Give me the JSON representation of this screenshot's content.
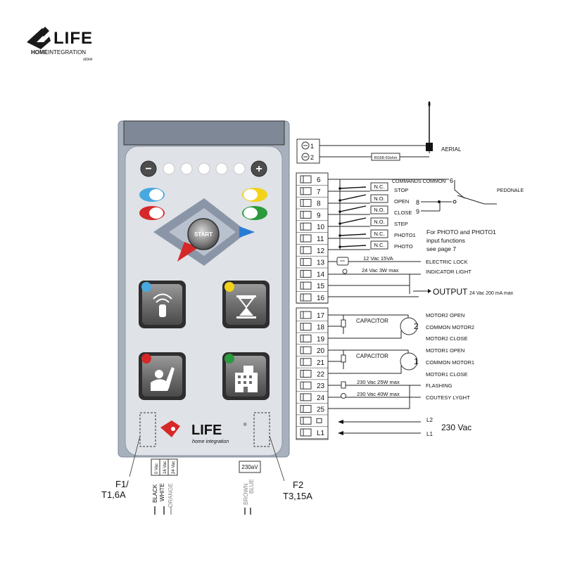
{
  "brand": {
    "name": "LIFE",
    "line1_bold": "HOME",
    "line1_rest": "INTEGRATION",
    "line2": "store"
  },
  "panel": {
    "start_label": "START",
    "minus_label": "−",
    "plus_label": "+",
    "logo_name": "LIFE",
    "logo_reg": "®",
    "logo_tagline": "home integration",
    "led_colors": [
      "#4aa8e0",
      "#d62828",
      "#f2d21b",
      "#2a9a3c"
    ]
  },
  "fuses": {
    "f1_name": "F1/",
    "f1_rating": "T1,6A",
    "f2_name": "F2",
    "f2_rating": "T3,15A"
  },
  "transformer": {
    "taps": [
      "0 Vac",
      "16 Vac",
      "24 Vac"
    ],
    "wires": [
      "BLACK",
      "WHITE",
      "ORANGE"
    ]
  },
  "mains": {
    "label": "230aV",
    "wires": [
      "BROWN",
      "BLUE"
    ],
    "l2": "L2",
    "l1": "L1",
    "voltage": "230 Vac"
  },
  "aerial": {
    "terminals": [
      "1",
      "2"
    ],
    "cable": "RG58-50ohm",
    "label": "AERIAL"
  },
  "terminals_top": [
    "6",
    "7",
    "8",
    "9",
    "10",
    "11",
    "12",
    "13",
    "14",
    "15",
    "16"
  ],
  "terminals_bottom": [
    "17",
    "18",
    "19",
    "20",
    "21",
    "22",
    "23",
    "24",
    "25",
    "",
    "L1"
  ],
  "contacts": [
    "N.C.",
    "N.O.",
    "N.O.",
    "N.O.",
    "N.C.",
    "N.C."
  ],
  "inputs": {
    "commands_common": "COMMANDS COMMON",
    "six": "6",
    "eight": "8",
    "nine": "9",
    "pedonal": "PEDONALE",
    "stop": "STOP",
    "open": "OPEN",
    "close": "CLOSE",
    "step": "STEP",
    "photo1": "PHOTO1",
    "photo": "PHOTO",
    "note_1": "For PHOTO and PHOTO1",
    "note_2": "input functions",
    "note_3": "see page 7"
  },
  "outputs": {
    "lock_rating": "12 Vac 15VA",
    "lock_label": "ELECTRIC LOCK",
    "indicator_rating": "24 Vac 3W max",
    "indicator_label": "INDICATOR LIGHT",
    "output_label": "OUTPUT",
    "output_rating": "24 Vac 200 mA max"
  },
  "motors": {
    "capacitor": "CAPACITOR",
    "m2_open": "MOTOR2 OPEN",
    "m2_common": "COMMON MOTOR2",
    "m2_close": "MOTOR2 CLOSE",
    "m2_num": "2",
    "m1_open": "MOTOR1 OPEN",
    "m1_common": "COMMON MOTOR1",
    "m1_close": "MOTOR1 CLOSE",
    "m1_num": "1"
  },
  "lamps": {
    "flash_rating": "230 Vac 25W max",
    "flash_label": "FLASHING",
    "courtesy_rating": "230 Vac 40W max",
    "courtesy_label": "COUTESY LYGHT"
  }
}
